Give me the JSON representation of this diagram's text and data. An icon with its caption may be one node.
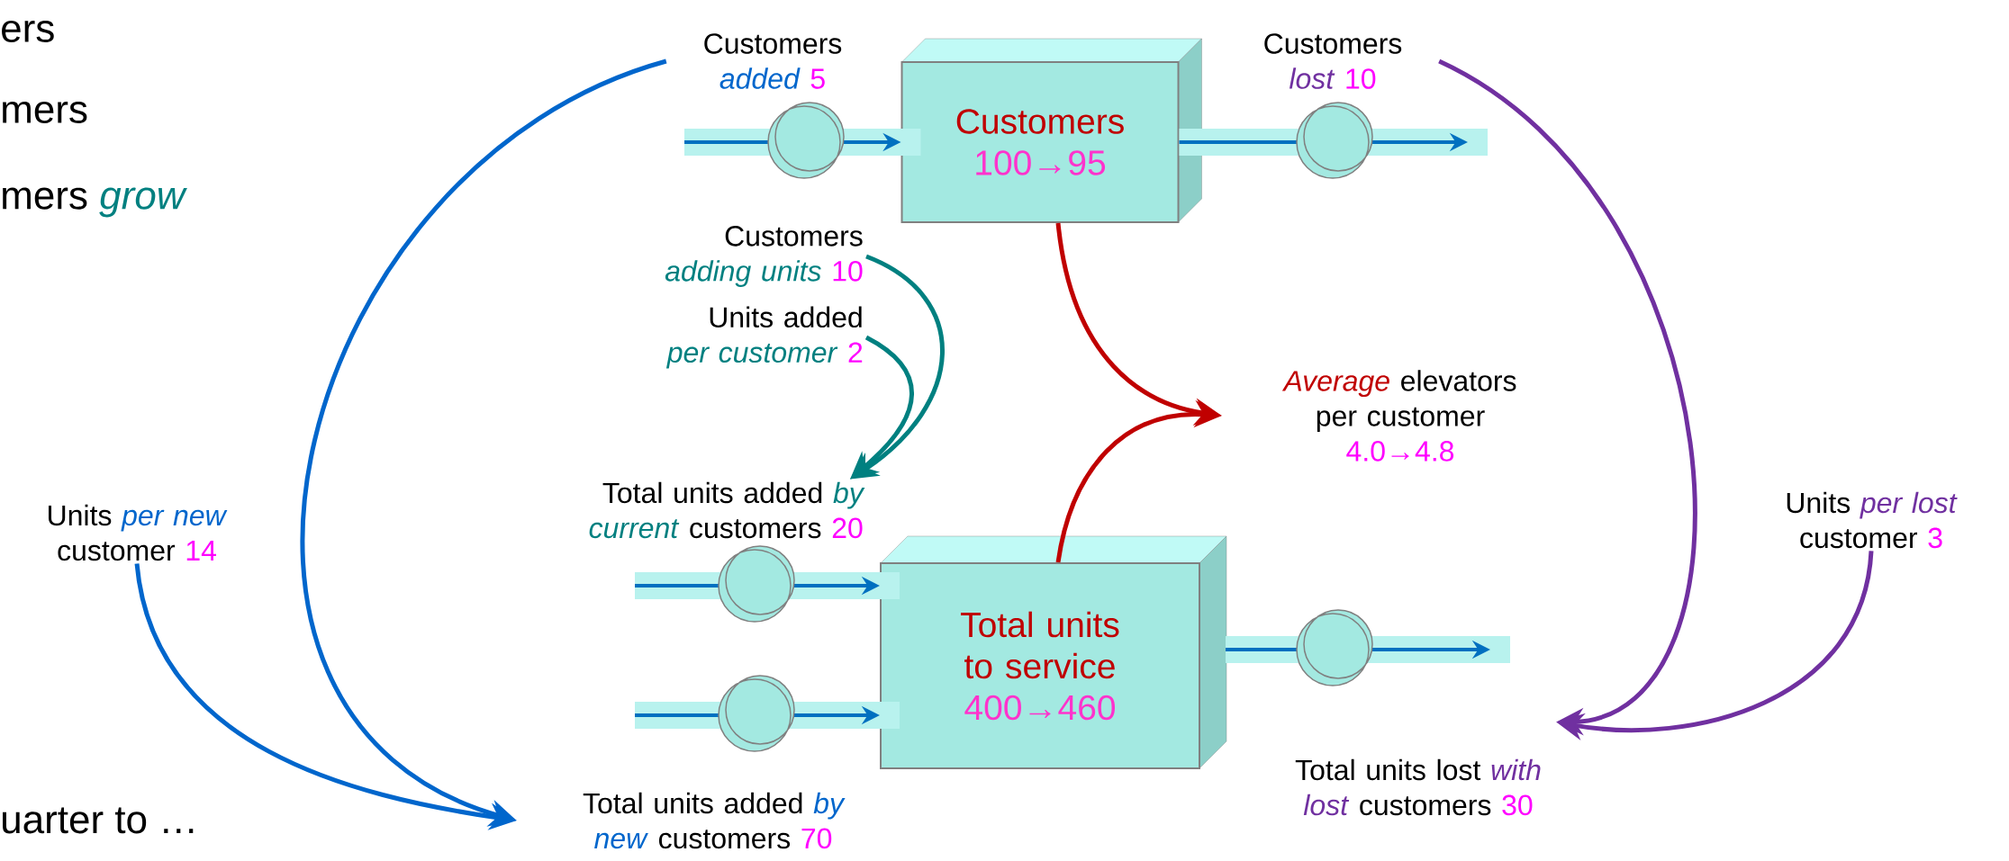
{
  "diagram": {
    "nodes": [
      {
        "text": [
          "Customers *added*",
          "5"
        ]
      },
      {
        "text": [
          "Customers",
          "100→95"
        ]
      },
      {
        "text": [
          "Customers *lost*",
          "10"
        ]
      },
      {
        "text": [
          "Customers *adding units*",
          "10"
        ]
      },
      {
        "text": [
          "Units added *per customer*",
          "2"
        ]
      },
      {
        "text": [
          "*Average* elevators per customer",
          "4.0→4.8"
        ]
      },
      {
        "text": [
          "Total units added *by current* customers",
          "20"
        ]
      },
      {
        "text": [
          "Units *per new* customer",
          "14"
        ]
      },
      {
        "text": [
          "Units *per lost* customer",
          "3"
        ]
      },
      {
        "text": [
          "Total units to service",
          "400→460"
        ]
      },
      {
        "text": [
          "Total units lost *with lost* customers",
          "30"
        ]
      },
      {
        "text": [
          "Total units added *by new* customers",
          "70"
        ]
      }
    ],
    "edges": [
      {
        "from": null,
        "to": 1,
        "arrow": "to",
        "style": "thick"
      },
      {
        "from": 1,
        "to": null,
        "arrow": "to",
        "style": "thick"
      },
      {
        "from": null,
        "to": 9,
        "arrow": "to",
        "style": "thick"
      },
      {
        "from": null,
        "to": 9,
        "arrow": "to",
        "style": "thick"
      },
      {
        "from": 9,
        "to": null,
        "arrow": "to",
        "style": "thick"
      },
      {
        "from": 0,
        "to": 11,
        "arrow": "to",
        "color": "#0066cc"
      },
      {
        "from": 7,
        "to": 11,
        "arrow": "to",
        "color": "#0066cc"
      },
      {
        "from": 2,
        "to": 10,
        "arrow": "to",
        "color": "#7030a0"
      },
      {
        "from": 8,
        "to": 10,
        "arrow": "to",
        "color": "#7030a0"
      },
      {
        "from": 3,
        "to": 6,
        "arrow": "to",
        "color": "#008080"
      },
      {
        "from": 4,
        "to": 6,
        "arrow": "to",
        "color": "#008080"
      },
      {
        "from": 1,
        "to": 5,
        "arrow": "to",
        "color": "#c00000"
      },
      {
        "from": 9,
        "to": 5,
        "arrow": "to",
        "color": "#c00000"
      }
    ],
    "labels": [
      "ers",
      "mers",
      "mers *grow*",
      "uarter to …"
    ]
  }
}
